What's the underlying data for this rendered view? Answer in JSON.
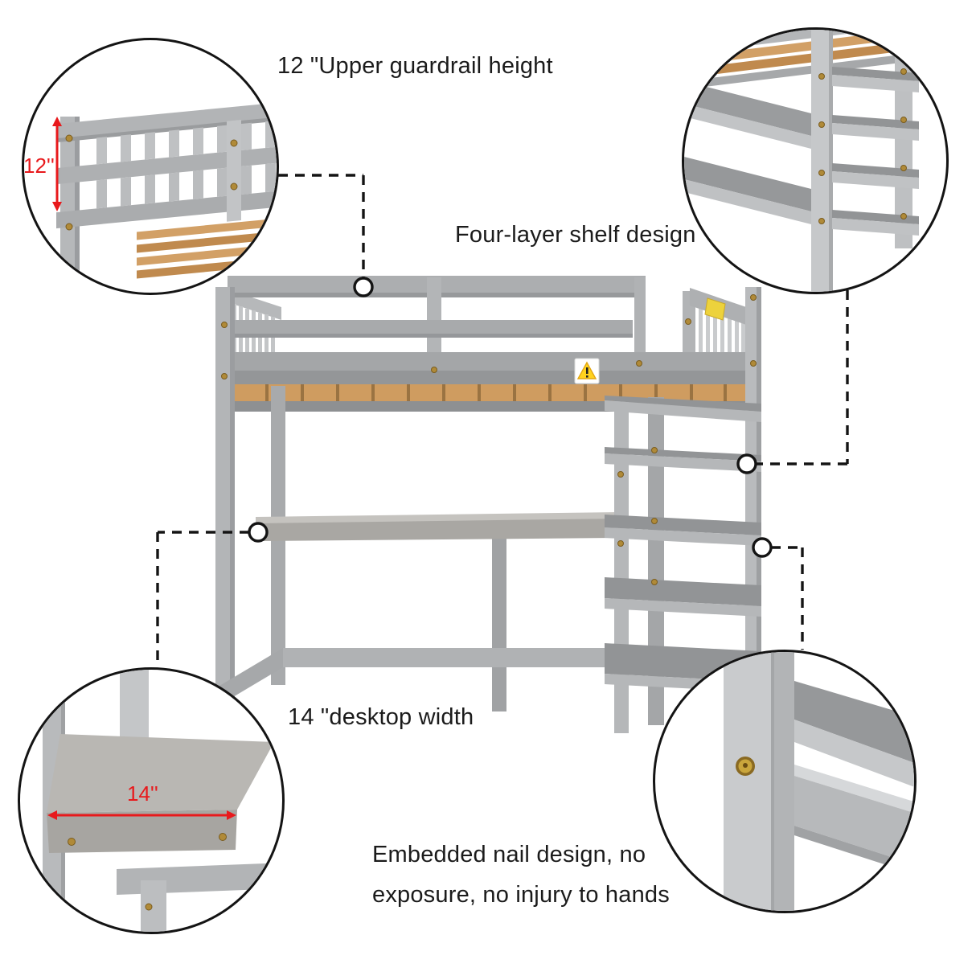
{
  "diagram": {
    "title": "Loft bed with desk and shelves - feature callout diagram",
    "background": "#ffffff",
    "callouts": {
      "guardrail": {
        "caption": "12 \"Upper guardrail height",
        "dimension": "12''"
      },
      "shelf": {
        "caption": "Four-layer shelf design"
      },
      "desk": {
        "caption": "14 \"desktop width",
        "dimension": "14''"
      },
      "nail": {
        "caption_line1": "Embedded nail design, no",
        "caption_line2": "exposure, no injury to hands"
      }
    },
    "colors": {
      "caption_text": "#1b1b1b",
      "dimension_red": "#e8191c",
      "callout_border": "#141414",
      "bed_gray": "#a9abad",
      "bed_gray_dark": "#8f9193",
      "bed_gray_light": "#c6c8ca",
      "shelf_top_gray": "#929496",
      "wood_tan": "#cf9c60",
      "wood_tan_dark": "#c08a4e",
      "label_yellow": "#f0d23c",
      "warning_yellow": "#ffd21e",
      "screw_brass": "#b08a38"
    },
    "icons": {
      "warning_sticker": "warning-triangle-icon",
      "dimension_arrows": "red-measure-arrow-icon"
    }
  }
}
